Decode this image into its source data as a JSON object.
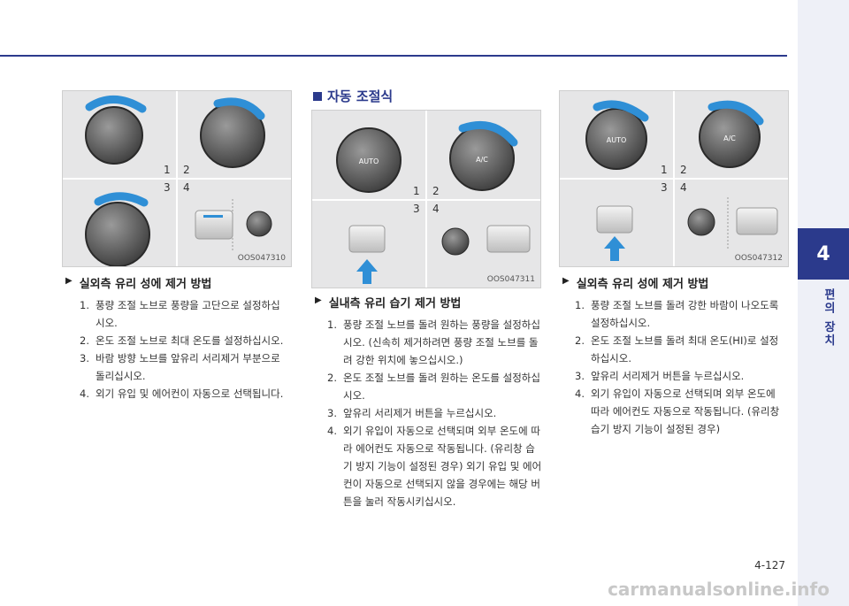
{
  "chapter": {
    "number": "4",
    "label": "편의 장치"
  },
  "page_number": "4-127",
  "watermark": "carmanualsonline.info",
  "col1": {
    "figure": {
      "code": "OOS047310",
      "labels": [
        "1",
        "2",
        "3",
        "4"
      ]
    },
    "title": "실외측 유리 성에 제거 방법",
    "steps": [
      {
        "n": "1.",
        "text": "풍량 조절 노브로 풍량을 고단으로 설정하십시오."
      },
      {
        "n": "2.",
        "text": "온도 조절 노브로 최대 온도를 설정하십시오."
      },
      {
        "n": "3.",
        "text": "바람 방향 노브를 앞유리 서리제거 부분으로 돌리십시오."
      },
      {
        "n": "4.",
        "text": "외기 유입 및 에어컨이 자동으로 선택됩니다."
      }
    ]
  },
  "col2": {
    "section": "자동 조절식",
    "figure": {
      "code": "OOS047311",
      "labels": [
        "1",
        "2",
        "3",
        "4"
      ]
    },
    "title": "실내측 유리 습기 제거 방법",
    "steps": [
      {
        "n": "1.",
        "text": "풍량 조절 노브를 돌려 원하는 풍량을 설정하십시오. (신속히 제거하려면 풍량 조절 노브를 돌려 강한 위치에 놓으십시오.)"
      },
      {
        "n": "2.",
        "text": "온도 조절 노브를 돌려 원하는 온도를 설정하십시오."
      },
      {
        "n": "3.",
        "text": "앞유리 서리제거 버튼을 누르십시오."
      },
      {
        "n": "4.",
        "text": "외기 유입이 자동으로 선택되며 외부 온도에 따라 에어컨도 자동으로 작동됩니다. (유리창 습기 방지 기능이 설정된 경우) 외기 유입 및 에어컨이 자동으로 선택되지 않을 경우에는 해당 버튼을 눌러 작동시키십시오."
      }
    ]
  },
  "col3": {
    "figure": {
      "code": "OOS047312",
      "labels": [
        "1",
        "2",
        "3",
        "4"
      ]
    },
    "title": "실외측 유리 성에 제거 방법",
    "steps": [
      {
        "n": "1.",
        "text": "풍량 조절 노브를 돌려 강한 바람이 나오도록 설정하십시오."
      },
      {
        "n": "2.",
        "text": "온도 조절 노브를 돌려 최대 온도(HI)로 설정하십시오."
      },
      {
        "n": "3.",
        "text": "앞유리 서리제거 버튼을 누르십시오."
      },
      {
        "n": "4.",
        "text": "외기 유입이 자동으로 선택되며 외부 온도에 따라 에어컨도 자동으로 작동됩니다. (유리창 습기 방지 기능이 설정된 경우)"
      }
    ]
  },
  "knob_labels": {
    "auto": "AUTO",
    "ac": "A/C"
  },
  "colors": {
    "accent": "#2b3a8c",
    "arrow": "#2f8fd6"
  }
}
